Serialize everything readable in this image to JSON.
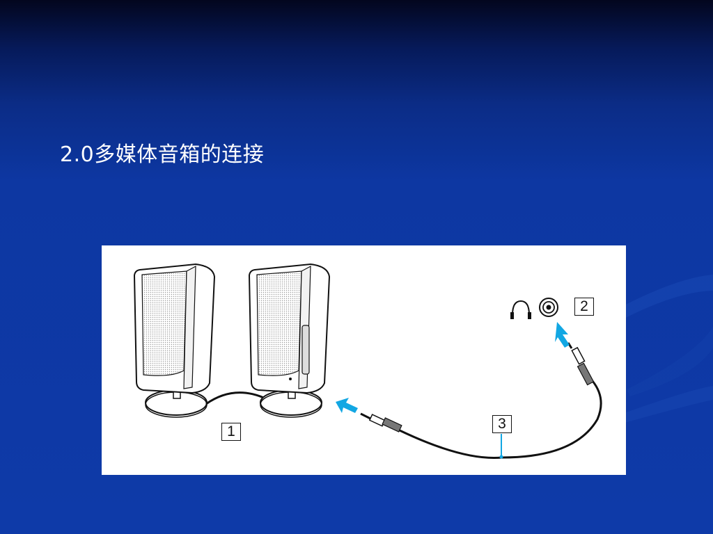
{
  "slide": {
    "title": "2.0多媒体音箱的连接"
  },
  "figure": {
    "callouts": {
      "speakers": "1",
      "jack": "2",
      "cable": "3"
    },
    "icons": [
      "headphone-icon",
      "audio-jack-icon",
      "arrow-icon"
    ],
    "colors": {
      "background_top": "#03061e",
      "background_bottom": "#0e3aa8",
      "arrow": "#12a7e3",
      "cable": "#111111"
    }
  }
}
